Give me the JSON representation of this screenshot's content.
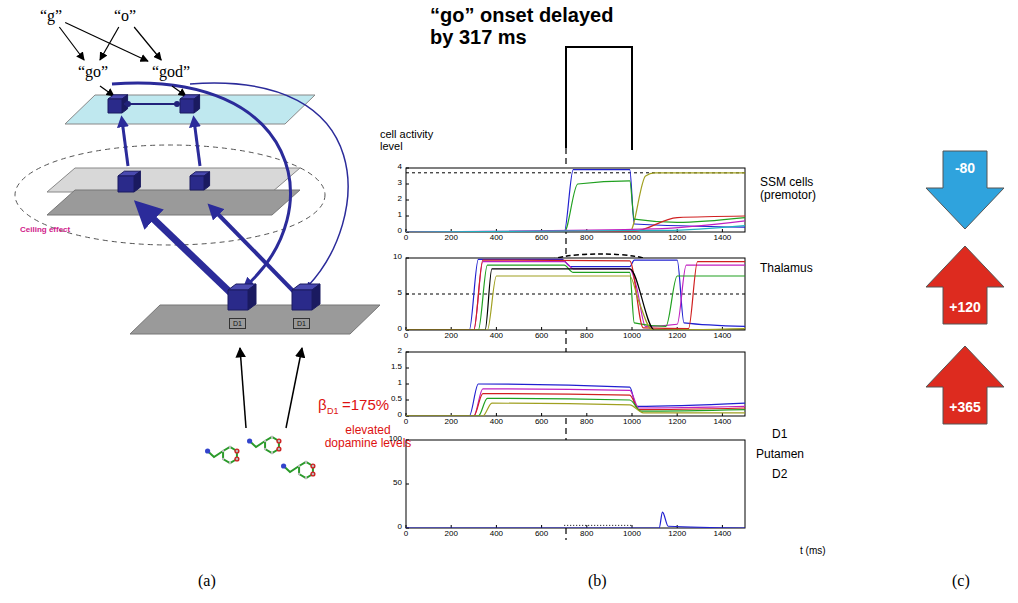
{
  "diagram": {
    "nodes": [
      {
        "text": [
          "“g”"
        ]
      },
      {
        "text": [
          "“o”"
        ]
      },
      {
        "text": [
          "“go”"
        ]
      },
      {
        "text": [
          "“god”"
        ]
      },
      {
        "text": [
          "D1"
        ]
      },
      {
        "text": [
          "D1"
        ]
      },
      {
        "text": [
          "-80"
        ]
      },
      {
        "text": [
          "+120"
        ]
      },
      {
        "text": [
          "+365"
        ]
      }
    ],
    "edges": [
      {
        "from": 0,
        "to": 2,
        "arrow": "to"
      },
      {
        "from": 0,
        "to": 3,
        "arrow": "to"
      },
      {
        "from": 1,
        "to": 2,
        "arrow": "to"
      },
      {
        "from": 1,
        "to": 3,
        "arrow": "to"
      }
    ],
    "labels": [
      "“go” onset delayed by 317 ms",
      "Ceiling effect",
      "β",
      "D1",
      "=175%",
      "elevated dopamine levels",
      "cell activity level",
      "SSM cells (premotor)",
      "Thalamus",
      "D1",
      "Putamen",
      "D2",
      "t (ms)",
      "(a)",
      "(b)",
      "(c)",
      "0",
      "1",
      "2",
      "3",
      "4",
      "0",
      "200",
      "400",
      "600",
      "800",
      "1000",
      "1200",
      "1400",
      "0",
      "5",
      "10",
      "0",
      "200",
      "400",
      "600",
      "800",
      "1000",
      "1200",
      "1400",
      "0",
      "0.5",
      "1",
      "1.5",
      "2",
      "0",
      "200",
      "400",
      "600",
      "800",
      "1000",
      "1200",
      "1400",
      "0",
      "50",
      "100",
      "0",
      "200",
      "400",
      "600",
      "800",
      "1000",
      "1200",
      "1400"
    ]
  }
}
